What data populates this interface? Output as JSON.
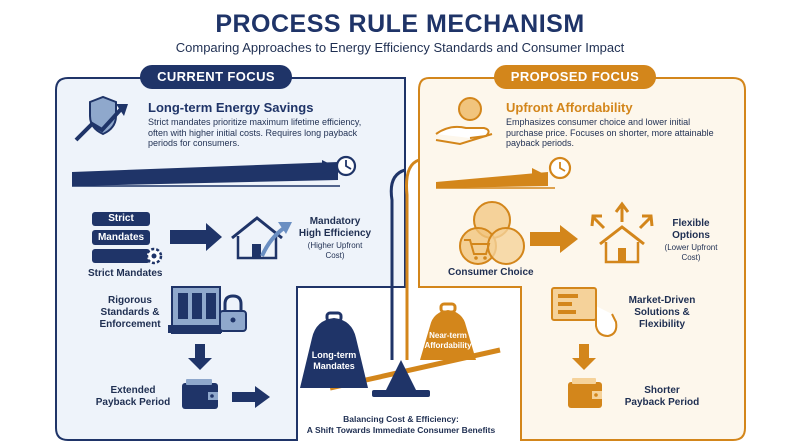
{
  "title": "PROCESS RULE MECHANISM",
  "subtitle": "Comparing Approaches to Energy Efficiency Standards and Consumer Impact",
  "colors": {
    "navy": "#1f3468",
    "orange": "#d3861b",
    "light_blue": "#eef3fa",
    "cream": "#fdf7ec"
  },
  "current": {
    "label": "CURRENT FOCUS",
    "heading": "Long-term Energy Savings",
    "desc": [
      "Strict mandates prioritize maximum lifetime efficiency,",
      "often with higher initial costs. Requires long payback",
      "periods for consumers."
    ],
    "stack": [
      "Strict",
      "Mandates"
    ],
    "strict_label": "Strict Mandates",
    "mandatory": [
      "Mandatory",
      "High Efficiency"
    ],
    "mandatory_sub": [
      "(Higher Upfront",
      "Cost)"
    ],
    "rigorous": [
      "Rigorous",
      "Standards &",
      "Enforcement"
    ],
    "payback": [
      "Extended",
      "Payback Period"
    ],
    "icons": [
      "shield-growth-icon",
      "clock-icon",
      "gear-icon",
      "house-arrow-icon",
      "factory-icon",
      "lock-icon",
      "wallet-icon"
    ]
  },
  "proposed": {
    "label": "PROPOSED FOCUS",
    "heading": "Upfront Affordability",
    "desc": [
      "Emphasizes consumer choice and lower initial",
      "purchase price. Focuses on shorter, more attainable",
      "payback periods."
    ],
    "choice_label": "Consumer Choice",
    "flexible": [
      "Flexible",
      "Options"
    ],
    "flexible_sub": [
      "(Lower Upfront",
      "Cost)"
    ],
    "market": [
      "Market-Driven",
      "Solutions &",
      "Flexibility"
    ],
    "payback": [
      "Shorter",
      "Payback Period"
    ],
    "icons": [
      "hand-coin-icon",
      "clock-icon",
      "cart-icon",
      "house-arrows-icon",
      "screen-hand-icon",
      "wallet-icon"
    ]
  },
  "balance": {
    "left_weight": [
      "Long-term",
      "Mandates"
    ],
    "right_weight": [
      "Near-term",
      "Affordability"
    ],
    "caption": [
      "Balancing Cost & Efficiency:",
      "A Shift Towards Immediate Consumer Benefits"
    ]
  }
}
